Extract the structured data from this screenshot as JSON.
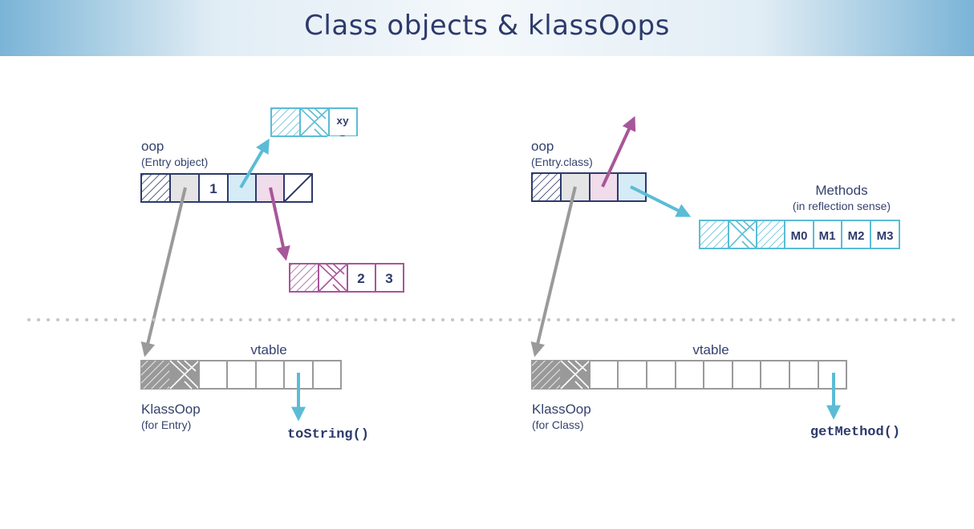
{
  "header": {
    "title": "Class objects & klassOops"
  },
  "left": {
    "oop_label": "oop",
    "oop_sub": "(Entry object)",
    "oop_field_value": "1",
    "field_obj_text": "xy",
    "field_obj_text2": "z",
    "array_values": [
      "2",
      "3"
    ],
    "vtable_label": "vtable",
    "klass_label": "KlassOop",
    "klass_sub": "(for Entry)",
    "method_call": "toString()"
  },
  "right": {
    "oop_label": "oop",
    "oop_sub": "(Entry.class)",
    "methods_label": "Methods",
    "methods_sub": "(in reflection sense)",
    "method_cells": [
      "M0",
      "M1",
      "M2",
      "M3"
    ],
    "vtable_label": "vtable",
    "klass_label": "KlassOop",
    "klass_sub": "(for Class)",
    "method_call": "getMethod()"
  },
  "colors": {
    "navy": "#2d3a6b",
    "cyan": "#5bbcd6",
    "magenta": "#a8569a",
    "gray": "#9a9a9a",
    "light_cyan": "#d5ecf6",
    "light_pink": "#f0dcea",
    "light_gray": "#e4e4e4"
  }
}
